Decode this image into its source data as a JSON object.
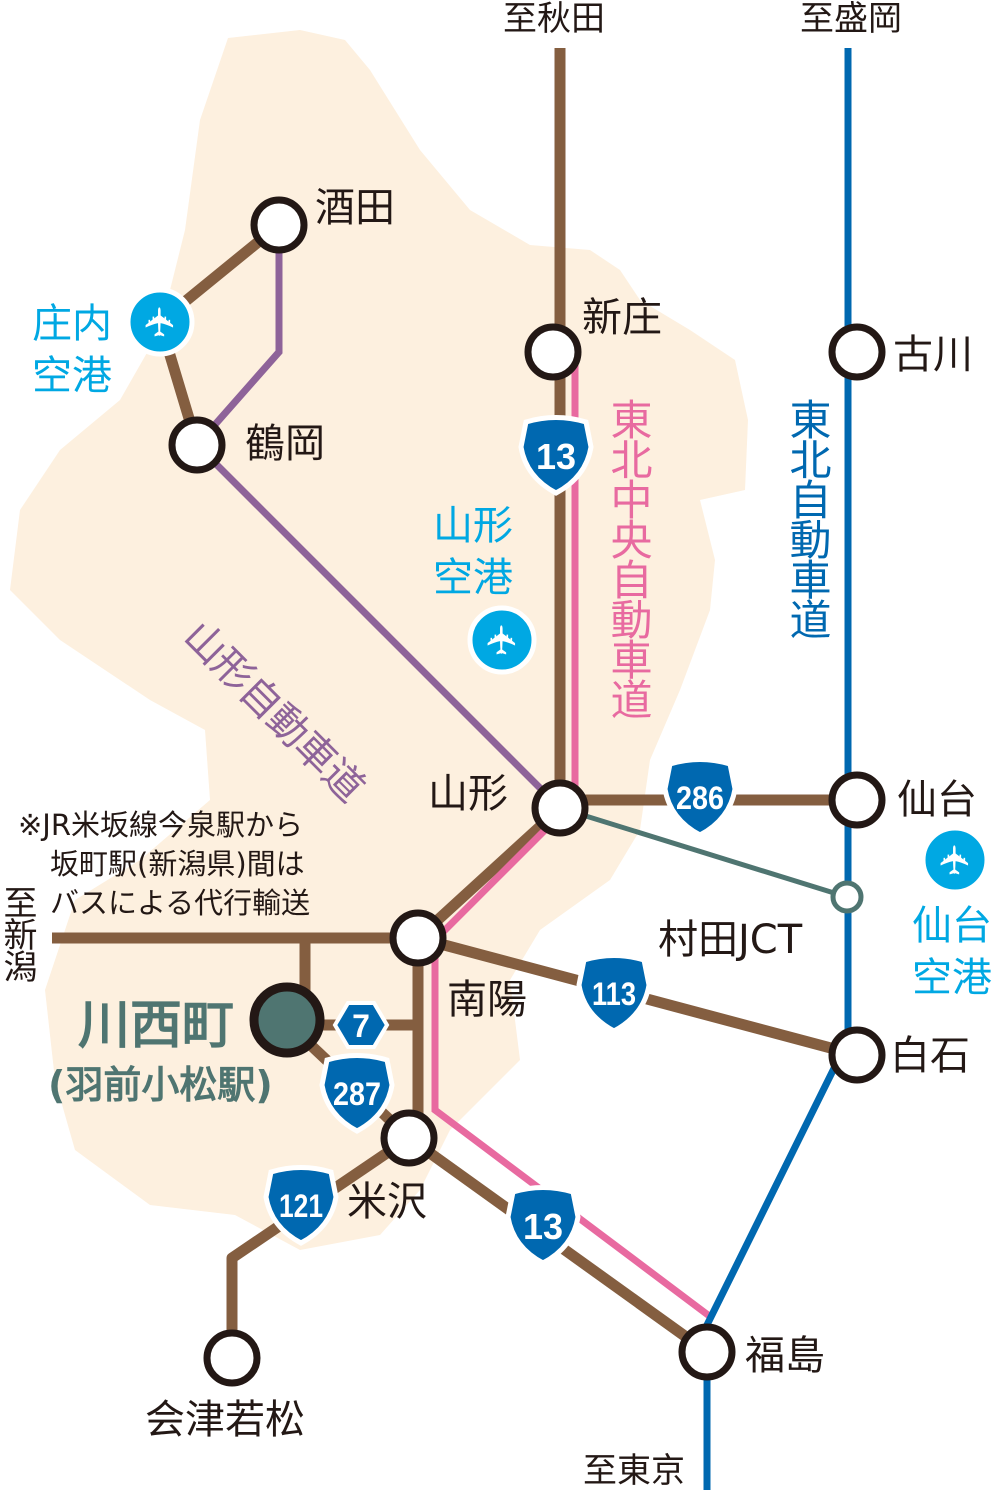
{
  "directions": {
    "akita": "至秋田",
    "morioka": "至盛岡",
    "niigata": "至新潟",
    "tokyo": "至東京"
  },
  "stations": {
    "sakata": "酒田",
    "tsuruoka": "鶴岡",
    "shinjo": "新庄",
    "furukawa": "古川",
    "yamagata": "山形",
    "sendai": "仙台",
    "murata_jct": "村田JCT",
    "nanyo": "南陽",
    "shiroishi": "白石",
    "yonezawa": "米沢",
    "fukushima": "福島",
    "aizuwakamatsu": "会津若松"
  },
  "highlight": {
    "name": "川西町",
    "sub": "(羽前小松駅)"
  },
  "airports": {
    "shonai": [
      "庄内",
      "空港"
    ],
    "yamagata": [
      "山形",
      "空港"
    ],
    "sendai": [
      "仙台",
      "空港"
    ]
  },
  "expressways": {
    "tohoku_chuo": "東北中央自動車道",
    "tohoku": "東北自動車道",
    "yamagata": "山形自動車道"
  },
  "routes": {
    "r13a": "13",
    "r13b": "13",
    "r286": "286",
    "r113": "113",
    "r7": "7",
    "r287": "287",
    "r121": "121"
  },
  "note": [
    "※JR米坂線今泉駅から",
    "坂町駅(新潟県)間は",
    "バスによる代行輸送"
  ],
  "colors": {
    "land": "#fdf0df",
    "rail": "#845e40",
    "yamagata_exp": "#8e6399",
    "tohoku_chuo_exp": "#e86aa0",
    "tohoku_exp": "#0068b0",
    "airport": "#00a8e3",
    "highlight": "#4f7571"
  }
}
